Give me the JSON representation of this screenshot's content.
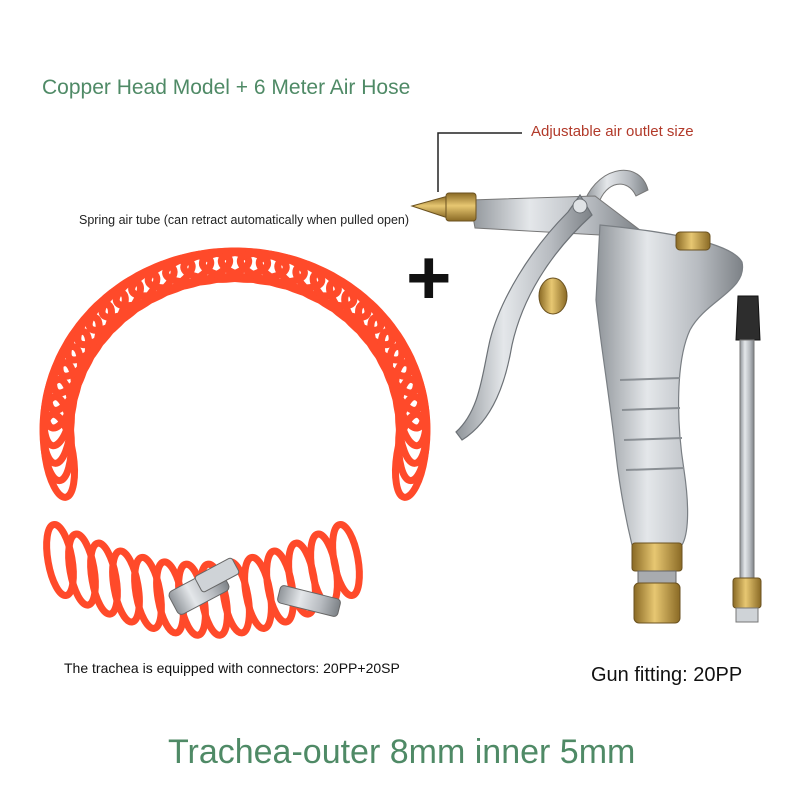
{
  "labels": {
    "title": "Copper Head Model + 6 Meter Air Hose",
    "callout": "Adjustable air outlet size",
    "spring_tube": "Spring air tube (can retract automatically when pulled open)",
    "plus": "+",
    "connectors": "The trachea is equipped with connectors: 20PP+20SP",
    "gun_fitting": "Gun fitting: 20PP",
    "spec": "Trachea-outer 8mm inner 5mm"
  },
  "colors": {
    "accent_green": "#4f8a66",
    "callout_red": "#b23a2a",
    "hose": "#ff4a2a",
    "metal": "#b9bdc2",
    "brass": "#c9a24a"
  }
}
